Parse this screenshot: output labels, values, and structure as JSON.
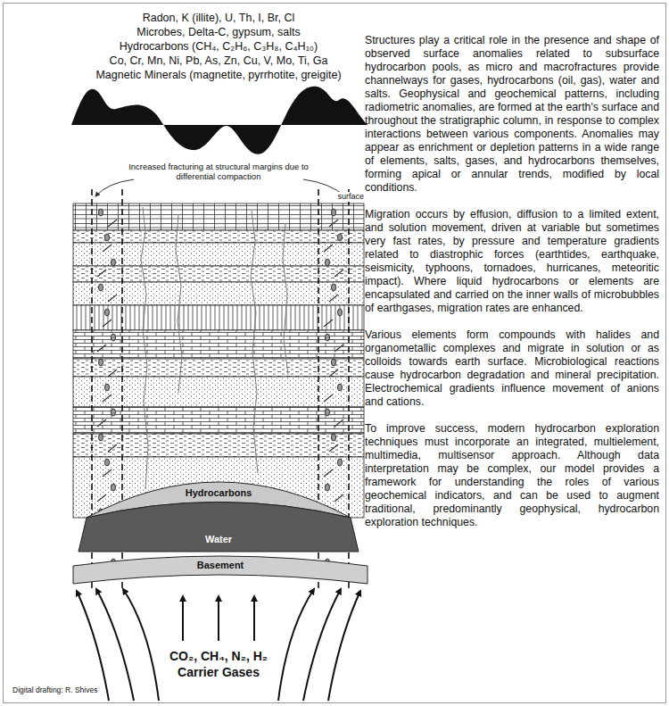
{
  "diagram": {
    "nodes": [
      {
        "text": [
          "Hydrocarbons"
        ]
      },
      {
        "text": [
          "Water"
        ]
      },
      {
        "text": [
          "Basement"
        ]
      }
    ],
    "labels": [
      "Radon, K (illite), U, Th, I, Br, Cl",
      "Microbes, Delta-C, gypsum, salts",
      "Hydrocarbons (CH₄, C₂H₆, C₃H₈, C₄H₁₀)",
      "Co, Cr, Mn, Ni, Pb, As, Zn, Cu, V, Mo, Ti, Ga",
      "Magnetic Minerals (magnetite, pyrrhotite, greigite)",
      "Increased fracturing at structural margins due to differential compaction",
      "surface",
      "Structures play a critical role in the presence and shape of observed surface anomalies related to subsurface hydrocarbon pools, as micro and macrofractures provide channelways for gases, hydrocarbons (oil, gas), water and salts. Geophysical and geochemical patterns, including radiometric anomalies, are formed at the earth's surface and throughout the stratigraphic column, in response to complex interactions between various components. Anomalies may appear as enrichment or depletion patterns in a wide range of elements, salts, gases, and hydrocarbons themselves, forming apical or annular trends, modified by local conditions.",
      "Migration occurs by effusion, diffusion to a limited extent, and solution movement, driven at variable but sometimes very fast rates, by pressure and temperature gradients related to diastrophic forces (earthtides, earthquake, seismicity, typhoons, tornadoes, hurricanes, meteoritic impact). Where liquid hydrocarbons or elements are encapsulated and carried on the inner walls of microbubbles of earthgases, migration rates are enhanced.",
      "Various elements form compounds with halides and organometallic complexes and migrate in solution or as colloids towards earth surface. Microbiological reactions cause hydrocarbon degradation and mineral precipitation. Electrochemical gradients influence movement of anions and cations.",
      "To improve success, modern hydrocarbon exploration techniques must incorporate an integrated, multielement, multimedia, multisensor approach. Although data interpretation may be complex, our model provides a framework for understanding the roles of various geochemical indicators, and can be used to augment traditional, predominantly geophysical, hydrocarbon exploration techniques.",
      "CO₂, CH₄, N₂, H₂",
      "Carrier Gases",
      "Digital drafting: R. Shives"
    ]
  }
}
